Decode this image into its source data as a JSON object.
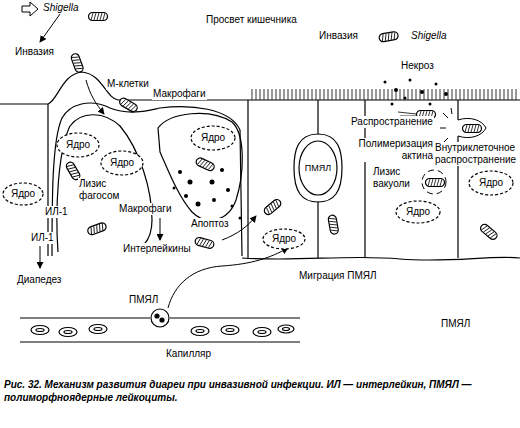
{
  "diagram": {
    "caption": "Рис. 32. Механизм развития диареи при инвазивной инфекции. ИЛ — интерлейкин, ПМЯЛ — полиморфноядерные лейкоциты.",
    "nodes": [
      {
        "text": [
          "Ядро"
        ]
      },
      {
        "text": [
          "Ядро"
        ]
      },
      {
        "text": [
          "Ядро"
        ]
      },
      {
        "text": [
          "Ядро"
        ]
      },
      {
        "text": [
          "ПМЯЛ"
        ]
      },
      {
        "text": [
          "Ядро"
        ]
      },
      {
        "text": [
          "Ядро"
        ]
      },
      {
        "text": [
          "Ядро"
        ]
      }
    ],
    "labels": [
      "Shigella",
      "Просвет кишечника",
      "Инвазия",
      "Инвазия",
      "Shigella",
      "М-клетки",
      "Макрофаги",
      "Некроз",
      "Распространение",
      "Полимеризация актина",
      "Внутриклеточное распространение",
      "Лизис вакуоли",
      "Лизис фагосом",
      "ИЛ-1",
      "Макрофаги",
      "ИЛ-1",
      "Апоптоз",
      "Интерлейкины",
      "Миграция ПМЯЛ",
      "Диапедез",
      "ПМЯЛ",
      "ПМЯЛ",
      "Капилляр"
    ]
  }
}
